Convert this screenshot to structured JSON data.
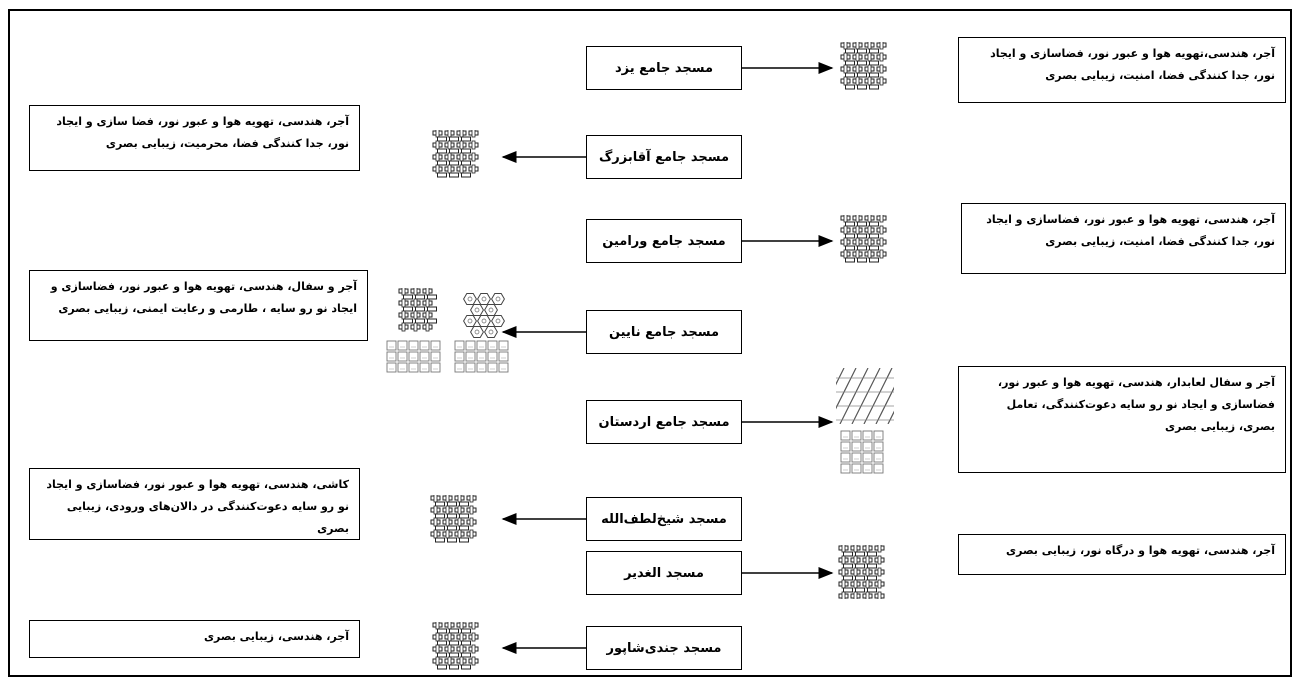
{
  "mosques": {
    "m1": "مسجد جامع یزد",
    "m2": "مسجد جامع آقابزرگ",
    "m3": "مسجد جامع ورامین",
    "m4": "مسجد جامع نایین",
    "m5": "مسجد جامع اردستان",
    "m6": "مسجد شیخ‌لطف‌الله",
    "m7": "مسجد الغدیر",
    "m8": "مسجد جندی‌شاپور"
  },
  "descriptions": {
    "d1": "آجر، هندسی،تهویه هوا و عبور نور، فضاسازی و ایجاد نور، جدا کنندگی فضا، امنیت، زیبایی بصری",
    "d2": "آجر، هندسی، تهویه هوا و عبور نور، فضا سازی و ایجاد نور، جدا کنندگی فضا،  محرمیت، زیبایی بصری",
    "d3": "آجر، هندسی، تهویه هوا و عبور نور، فضاسازی و ایجاد نور، جدا کنندگی فضا، امنیت، زیبایی بصری",
    "d4": "آجر و سفال، هندسی، تهویه هوا و عبور نور، فضاسازی و ایجاد نو رو سایه ، طارمی و رعایت ایمنی، زیبایی بصری",
    "d5": "آجر و سفال لعابدار، هندسی، تهویه هوا و عبور نور، فضاسازی و ایجاد نو رو سایه دعوت‌کنندگی، تعامل بصری، زیبایی بصری",
    "d6": "کاشی، هندسی، تهویه هوا و عبور نور، فضاسازی و ایجاد نو رو سایه دعوت‌کنندگی در دالان‌های ورودی، زیبایی بصری",
    "d7": "آجر، هندسی، تهویه هوا و درگاه نور، زیبایی بصری",
    "d8": "آجر، هندسی، زیبایی بصری"
  }
}
